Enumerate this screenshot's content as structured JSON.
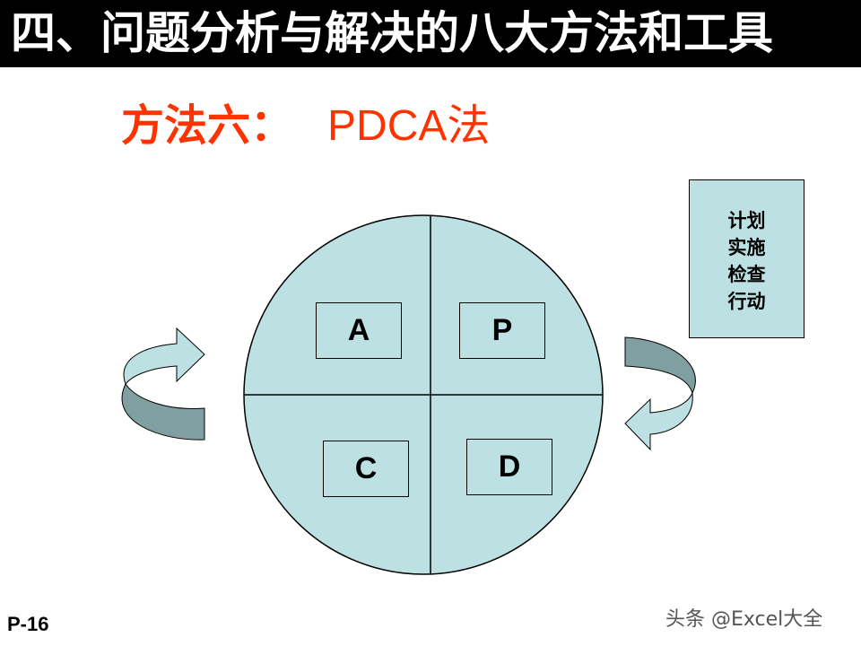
{
  "header": {
    "title": "四、问题分析与解决的八大方法和工具"
  },
  "subtitle": {
    "prefix": "方法六：",
    "name": "PDCA法"
  },
  "cycle": {
    "quadrants": [
      {
        "label": "A"
      },
      {
        "label": "P"
      },
      {
        "label": "C"
      },
      {
        "label": "D"
      }
    ]
  },
  "legend": {
    "lines": [
      "计划",
      "实施",
      "检查",
      "行动"
    ]
  },
  "footer": {
    "page": "P-16",
    "watermark": "头条 @Excel大全"
  },
  "colors": {
    "fill": "#bde1e3",
    "title_bg": "#000000",
    "title_text": "#ffffff",
    "accent": "#ff3300",
    "arrow_dark": "#7f9fa0"
  },
  "icons": {
    "left_arrow": "curved-arrow-icon",
    "right_arrow": "curved-arrow-icon"
  }
}
